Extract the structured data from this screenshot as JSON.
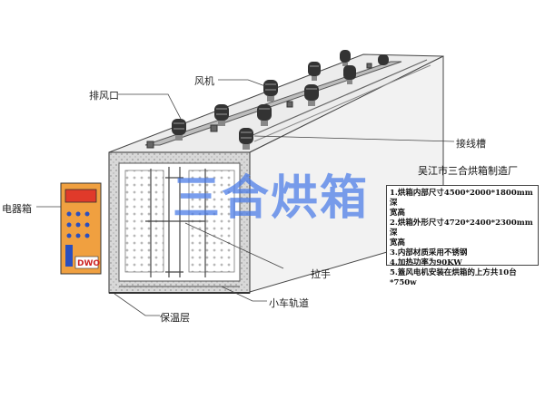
{
  "labels": {
    "fan": "风机",
    "exhaust": "排风口",
    "wire_trough": "接线槽",
    "control_box": "电器箱",
    "handle": "拉手",
    "insulation": "保温层",
    "track": "小车轨道"
  },
  "factory_name": "吴江市三合烘箱制造厂",
  "watermark": "三合烘箱",
  "specs": [
    "1.烘箱内部尺寸4500*2000*1800mm深",
    "宽高",
    "2.烘箱外形尺寸4720*2400*2300mm深",
    "宽高",
    "3.内部材质采用不锈钢",
    "4.加热功率为90KW",
    "5.篕风电机安装在烘箱的上方共10台",
    "*750w"
  ],
  "control_panel_logo": "DWO",
  "colors": {
    "control_panel": "#f0a040",
    "insulation_fill": "#dcdcdc",
    "watermark": "#4678e6"
  }
}
